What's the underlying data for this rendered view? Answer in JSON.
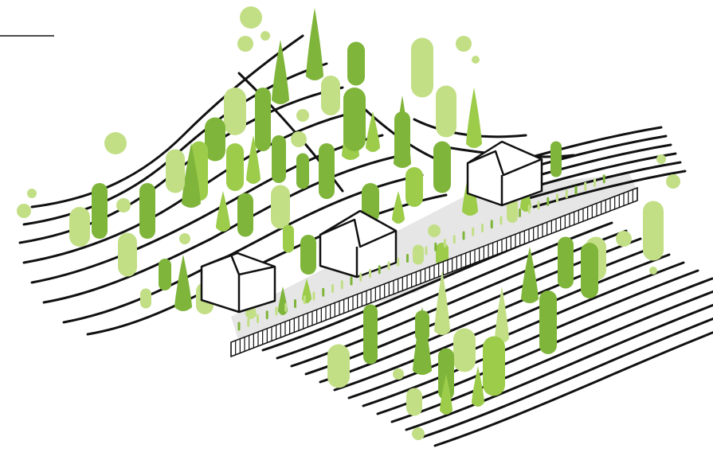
{
  "illustration": {
    "subject": "isometric-landscape",
    "elements": [
      "contour-lines",
      "trees",
      "houses",
      "road",
      "fence"
    ]
  },
  "colors": {
    "background": "#ffffff",
    "line": "#111111",
    "tree_dark": "#7fb53a",
    "tree_mid": "#9ccc4a",
    "tree_light": "#c2df86",
    "tree_pale": "#d8eab0",
    "road": "#e6e6e6",
    "house_fill": "#ffffff"
  },
  "scene": {
    "house_count": 3,
    "fence_count": 1,
    "road_count": 1
  }
}
